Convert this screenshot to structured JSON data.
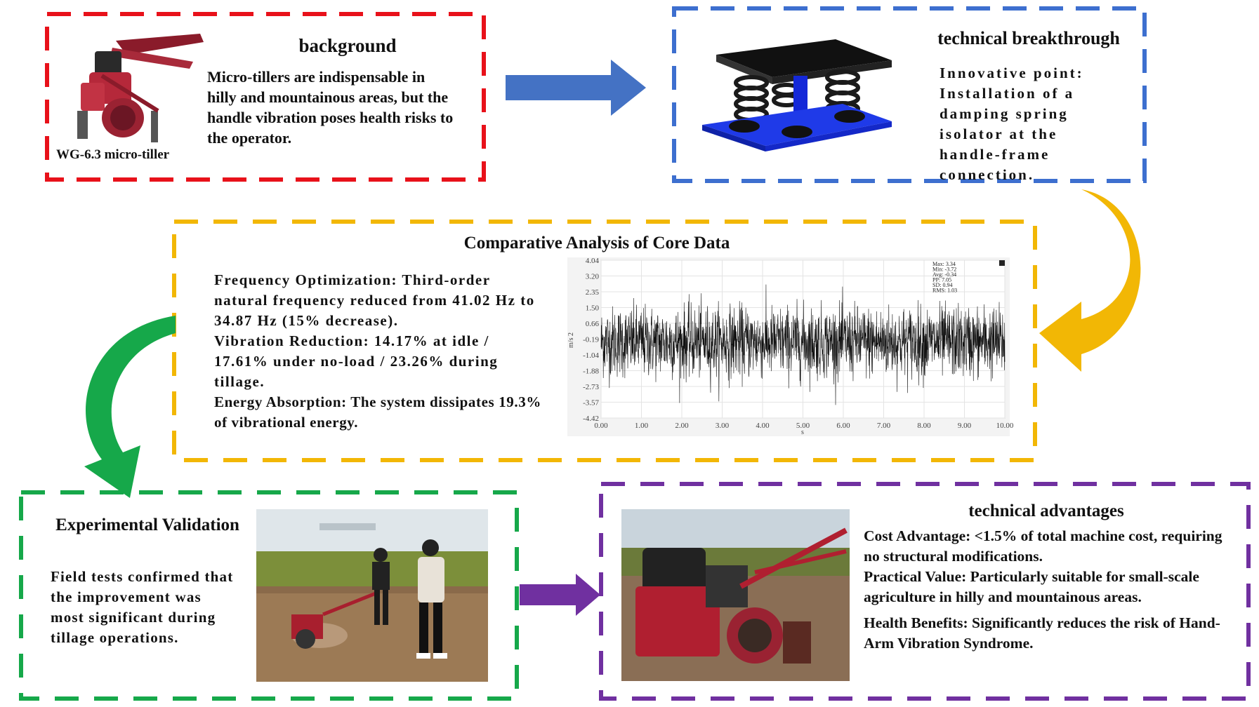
{
  "colors": {
    "background_box": "#e8111a",
    "breakthrough_box": "#3d6fcf",
    "analysis_box": "#f2b705",
    "validation_box": "#16a84a",
    "advantages_box": "#7030a0",
    "arrow_blue": "#4472c4",
    "arrow_gold": "#f2b705",
    "arrow_green": "#16a84a",
    "arrow_purple": "#7030a0"
  },
  "background": {
    "title": "background",
    "text": "Micro-tillers are indispensable in hilly and mountainous areas, but the handle vibration poses health risks to the operator.",
    "image_caption": "WG-6.3 micro-tiller"
  },
  "breakthrough": {
    "title": "technical breakthrough",
    "text": "Innovative point: Installation of a damping spring isolator at the handle-frame connection."
  },
  "analysis": {
    "title": "Comparative Analysis of Core Data",
    "items": [
      "Frequency Optimization: Third-order natural frequency reduced from 41.02 Hz to 34.87 Hz (15% decrease).",
      "Vibration Reduction: 14.17% at idle / 17.61% under no-load / 23.26% during tillage.",
      "Energy Absorption: The system dissipates 19.3% of vibrational energy."
    ]
  },
  "chart_data": {
    "type": "line",
    "xlabel": "s",
    "ylabel": "m/s 2",
    "xlim": [
      0,
      10
    ],
    "ylim": [
      -4.42,
      4.04
    ],
    "x_ticks": [
      "0.00",
      "1.00",
      "2.00",
      "3.00",
      "4.00",
      "5.00",
      "6.00",
      "7.00",
      "8.00",
      "9.00",
      "10.00"
    ],
    "y_ticks": [
      "4.04",
      "3.20",
      "2.35",
      "1.50",
      "0.66",
      "-0.19",
      "-1.04",
      "-1.88",
      "-2.73",
      "-3.57",
      "-4.42"
    ],
    "stats": [
      "Max: 3.34",
      "Min: -3.72",
      "Avg: -0.34",
      "PP: 7.05",
      "SD: 0.94",
      "RMS: 1.03"
    ],
    "series_max": 3.34,
    "series_min": -3.72,
    "series_mean": -0.34,
    "series_sd": 0.94,
    "grid": true
  },
  "validation": {
    "title": "Experimental Validation",
    "text": "Field tests confirmed that the improvement was most significant during tillage operations."
  },
  "advantages": {
    "title": "technical advantages",
    "items": [
      "Cost Advantage: <1.5% of total machine cost, requiring no structural modifications.",
      "Practical Value: Particularly suitable for small-scale agriculture in hilly and mountainous areas.",
      "Health Benefits: Significantly reduces the risk of Hand-Arm Vibration Syndrome."
    ]
  }
}
